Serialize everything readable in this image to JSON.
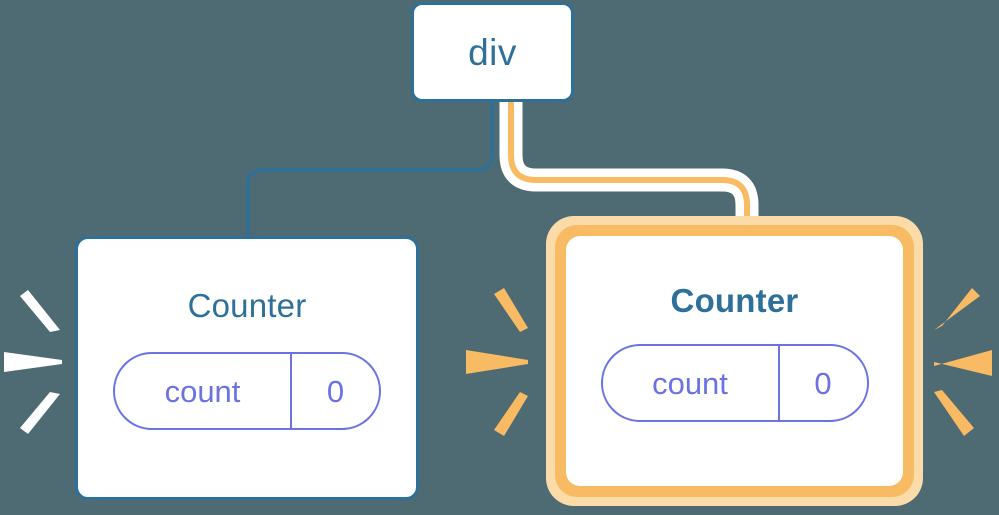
{
  "diagram": {
    "title": "React component tree re-render highlight",
    "background_color": "#4e6a73",
    "colors": {
      "node_border_blue": "#2e7099",
      "title_blue": "#2e7099",
      "pill_violet": "#6c72e2",
      "highlight_orange": "#f8ba63",
      "highlight_orange_pale": "#fbdca8",
      "wire_blue": "#2e7099",
      "wire_white": "#ffffff",
      "card_background": "#ffffff"
    }
  },
  "root_node": {
    "label": "div",
    "highlighted": false
  },
  "children": [
    {
      "id": "counter-left",
      "title": "Counter",
      "highlighted": false,
      "bold_title": false,
      "state": {
        "key": "count",
        "value": "0"
      },
      "spark_color": "#ffffff"
    },
    {
      "id": "counter-right",
      "title": "Counter",
      "highlighted": true,
      "bold_title": true,
      "state": {
        "key": "count",
        "value": "0"
      },
      "spark_color": "#f8ba63"
    }
  ],
  "connectors": [
    {
      "id": "wire-to-left-counter",
      "from": "div",
      "to": "counter-left",
      "color": "#2e7099",
      "highlighted": false
    },
    {
      "id": "wire-to-right-counter",
      "from": "div",
      "to": "counter-right",
      "color": "#f8ba63",
      "halo": "#ffffff",
      "highlighted": true
    }
  ],
  "spark_groups": [
    {
      "id": "sparks-left-of-left-card",
      "color": "#ffffff",
      "direction": "left",
      "count": 3
    },
    {
      "id": "sparks-right-of-left-card",
      "color": "#f8ba63",
      "direction": "right",
      "count": 3
    },
    {
      "id": "sparks-right-of-right-card",
      "color": "#f8ba63",
      "direction": "right",
      "count": 3
    }
  ]
}
